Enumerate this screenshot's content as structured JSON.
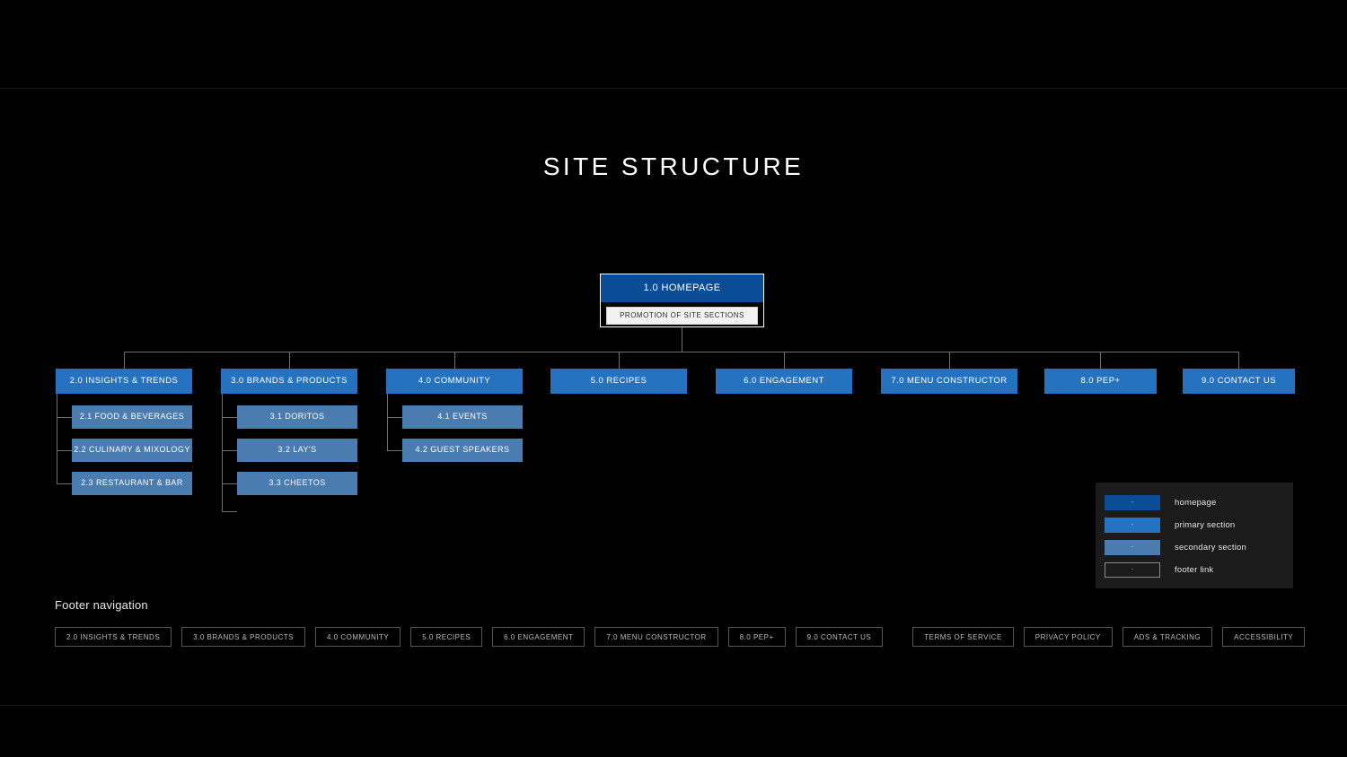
{
  "page": {
    "title": "SITE STRUCTURE",
    "background_color": "#000000",
    "colors": {
      "homepage": "#0b4c96",
      "primary_section": "#2573c0",
      "secondary_section": "#4a7cb0",
      "footer_link_border": "#55565a",
      "connector_line": "#6f6f6f",
      "promo_background": "#f2f2f2"
    }
  },
  "tree": {
    "root": {
      "label": "1.0 HOMEPAGE",
      "promo_label": "PROMOTION OF SITE SECTIONS"
    },
    "primary_sections": [
      {
        "label": "2.0 INSIGHTS & TRENDS",
        "children": [
          "2.1 FOOD & BEVERAGES",
          "2.2 CULINARY & MIXOLOGY",
          "2.3 RESTAURANT & BAR"
        ]
      },
      {
        "label": "3.0 BRANDS & PRODUCTS",
        "children": [
          "3.1 DORITOS",
          "3.2 LAY'S",
          "3.3 CHEETOS"
        ]
      },
      {
        "label": "4.0 COMMUNITY",
        "children": [
          "4.1 EVENTS",
          "4.2 GUEST SPEAKERS"
        ]
      },
      {
        "label": "5.0 RECIPES",
        "children": []
      },
      {
        "label": "6.0 ENGAGEMENT",
        "children": []
      },
      {
        "label": "7.0 MENU CONSTRUCTOR",
        "children": []
      },
      {
        "label": "8.0 PEP+",
        "children": []
      },
      {
        "label": "9.0 CONTACT US",
        "children": []
      }
    ]
  },
  "legend": {
    "swatch_label": "-",
    "items": [
      {
        "label": "homepage",
        "swatch": "homepage"
      },
      {
        "label": "primary section",
        "swatch": "primary"
      },
      {
        "label": "secondary section",
        "swatch": "secondary"
      },
      {
        "label": "footer link",
        "swatch": "footerlink"
      }
    ]
  },
  "footer": {
    "title": "Footer navigation",
    "section_links": [
      "2.0 INSIGHTS & TRENDS",
      "3.0 BRANDS & PRODUCTS",
      "4.0 COMMUNITY",
      "5.0 RECIPES",
      "6.0 ENGAGEMENT",
      "7.0 MENU CONSTRUCTOR",
      "8.0 PEP+",
      "9.0 CONTACT US"
    ],
    "legal_links": [
      "TERMS OF SERVICE",
      "PRIVACY POLICY",
      "ADS & TRACKING",
      "ACCESSIBILITY"
    ]
  }
}
